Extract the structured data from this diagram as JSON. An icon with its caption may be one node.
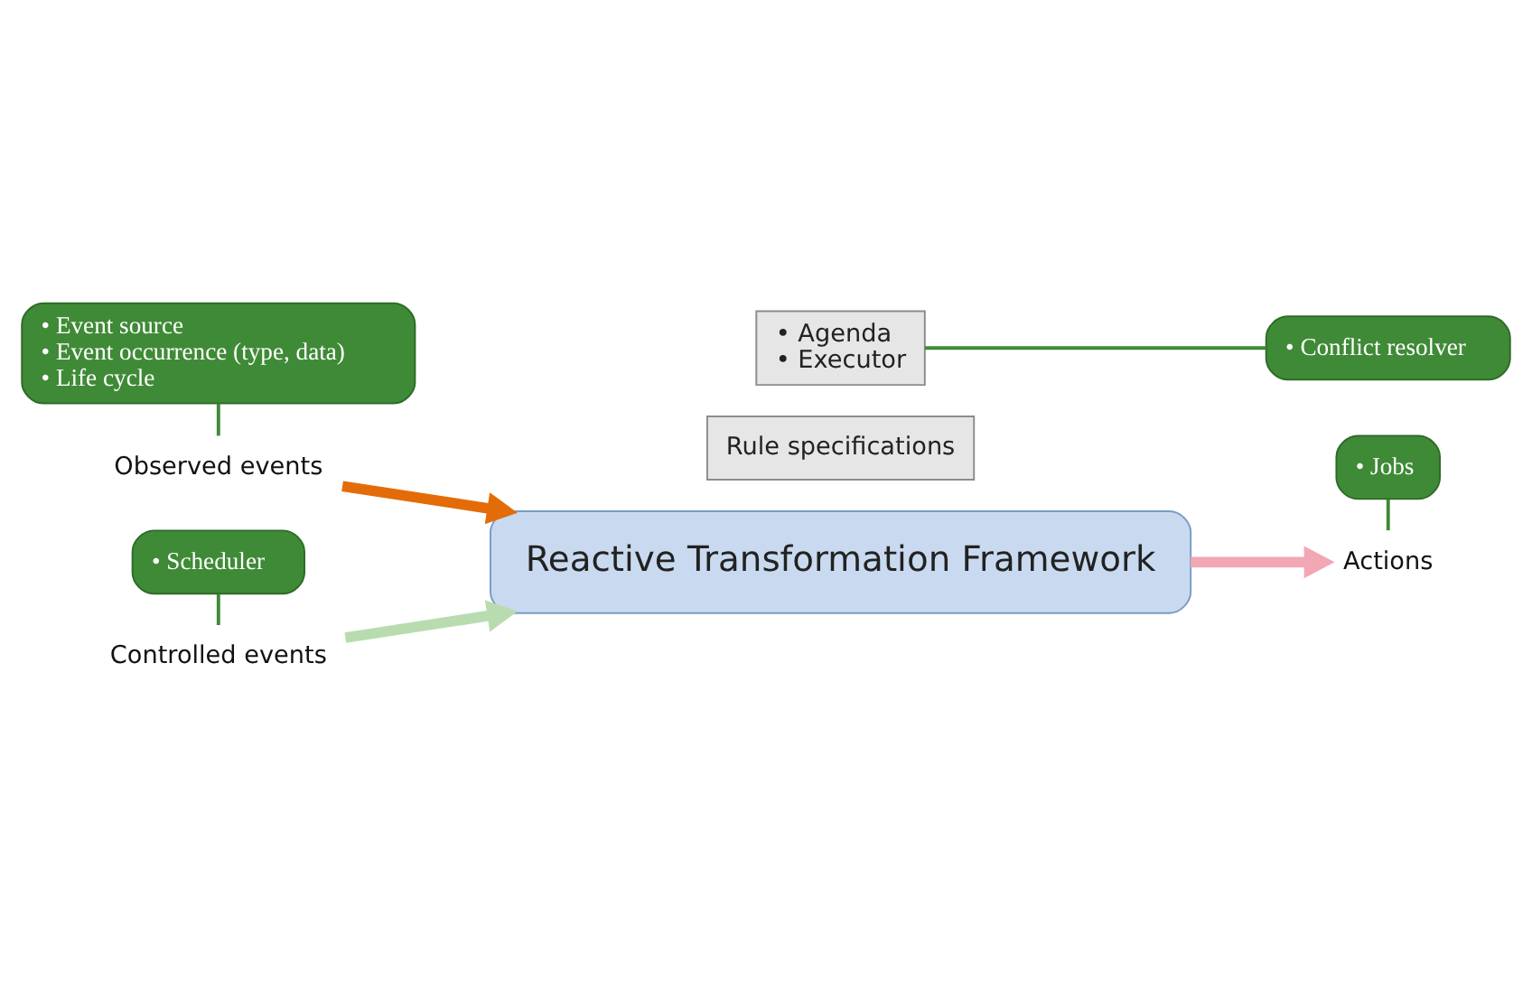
{
  "diagram": {
    "nodes": [
      {
        "text": [
          "• Event source",
          "• Event occurrence (type, data)",
          "• Life cycle"
        ]
      },
      {
        "text": [
          "Observed events"
        ]
      },
      {
        "text": [
          "Controlled events"
        ]
      },
      {
        "text": [
          "Rule specifications"
        ]
      },
      {
        "text": [
          "Reactive Transformation Framework"
        ]
      },
      {
        "text": [
          "• Jobs"
        ]
      },
      {
        "text": [
          "Actions"
        ]
      },
      {
        "text": [
          "• Scheduler"
        ]
      },
      {
        "text": [
          "• Agenda",
          "• Executor"
        ]
      },
      {
        "text": [
          "• Conflict resolver"
        ]
      }
    ],
    "edges": [
      {
        "from": 0,
        "to": 1,
        "arrow": "none"
      },
      {
        "from": 1,
        "to": 4,
        "arrow": "to",
        "style": "thick",
        "color": "#e36c09"
      },
      {
        "from": 2,
        "to": 4,
        "arrow": "to",
        "style": "thick",
        "color": "#b8dcb0"
      },
      {
        "from": 4,
        "to": 6,
        "arrow": "to",
        "style": "thick",
        "color": "#f2a7b4"
      },
      {
        "from": 5,
        "to": 6,
        "arrow": "none"
      },
      {
        "from": 7,
        "to": 2,
        "arrow": "none"
      },
      {
        "from": 9,
        "to": 8,
        "arrow": "none"
      }
    ]
  }
}
